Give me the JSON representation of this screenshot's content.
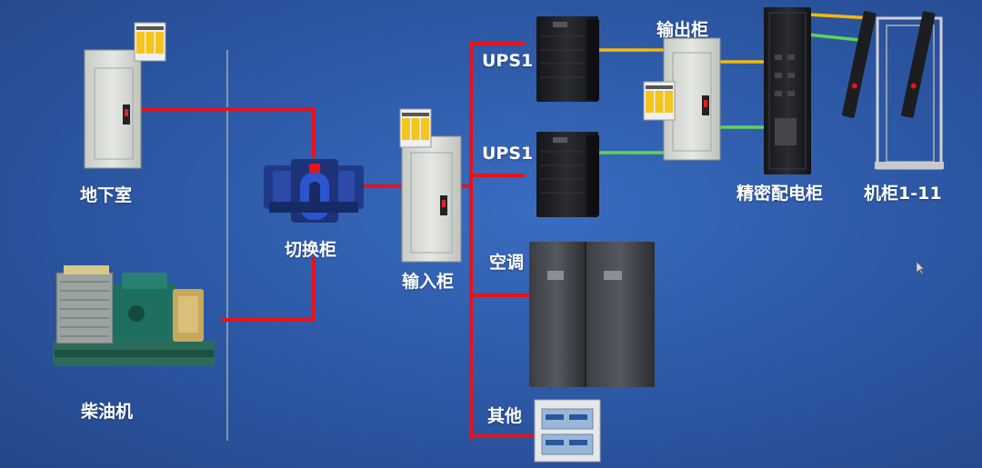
{
  "labels": {
    "basement": "地下室",
    "diesel": "柴油机",
    "switch_cabinet": "切换柜",
    "input_cabinet": "输入柜",
    "ups_top": "UPS1",
    "ups_bottom": "UPS1",
    "output_cabinet": "输出柜",
    "precision_pdu": "精密配电柜",
    "racks": "机柜1-11",
    "air_conditioning": "空调",
    "other": "其他"
  },
  "colors": {
    "background": "#2e5aa8",
    "power_line": "#e8121b",
    "ups_line_top": "#f5b90a",
    "ups_line_bottom": "#5fd35a",
    "cabinet_gray": "#d9dcd8",
    "equipment_black": "#1e1f22",
    "surge_yellow": "#f4c51d"
  }
}
